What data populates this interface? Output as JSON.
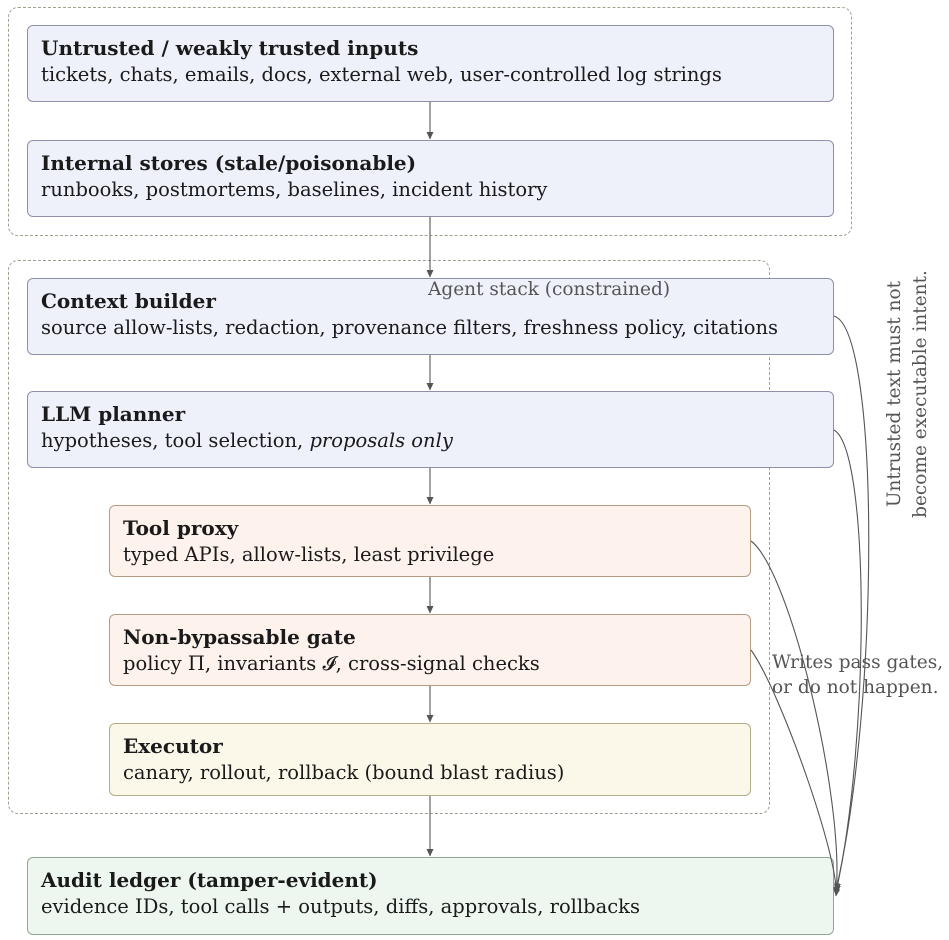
{
  "groups": {
    "inputs_group": {},
    "agent_stack": {
      "label": "Agent stack (constrained)"
    }
  },
  "boxes": {
    "untrusted": {
      "title": "Untrusted / weakly trusted inputs",
      "desc": "tickets, chats, emails, docs, external web, user-controlled log strings"
    },
    "internal": {
      "title": "Internal stores (stale/poisonable)",
      "desc": "runbooks, postmortems, baselines, incident history"
    },
    "context": {
      "title": "Context builder",
      "desc": "source allow-lists, redaction, provenance filters, freshness policy, citations"
    },
    "planner": {
      "title": "LLM planner",
      "desc_prefix": "hypotheses, tool selection, ",
      "desc_emph": "proposals only"
    },
    "proxy": {
      "title": "Tool proxy",
      "desc": "typed APIs, allow-lists, least privilege"
    },
    "gate": {
      "title": "Non-bypassable gate",
      "desc": "policy Π, invariants 𝓘, cross-signal checks"
    },
    "executor": {
      "title": "Executor",
      "desc": "canary, rollout, rollback (bound blast radius)"
    },
    "audit": {
      "title": "Audit ledger (tamper-evident)",
      "desc": "evidence IDs, tool calls + outputs, diffs, approvals, rollbacks"
    }
  },
  "annotations": {
    "vertical_line1": "Untrusted text must not",
    "vertical_line2": "become executable intent.",
    "writes_line1": "Writes pass gates,",
    "writes_line2": "or do not happen."
  },
  "colors": {
    "blue_fill": "#eef0fa",
    "orange_fill": "#fdf3ec",
    "yellow_fill": "#fbf8ea",
    "green_fill": "#eef7ef",
    "arrow": "#555555",
    "dashed_border": "#a09f8f"
  }
}
